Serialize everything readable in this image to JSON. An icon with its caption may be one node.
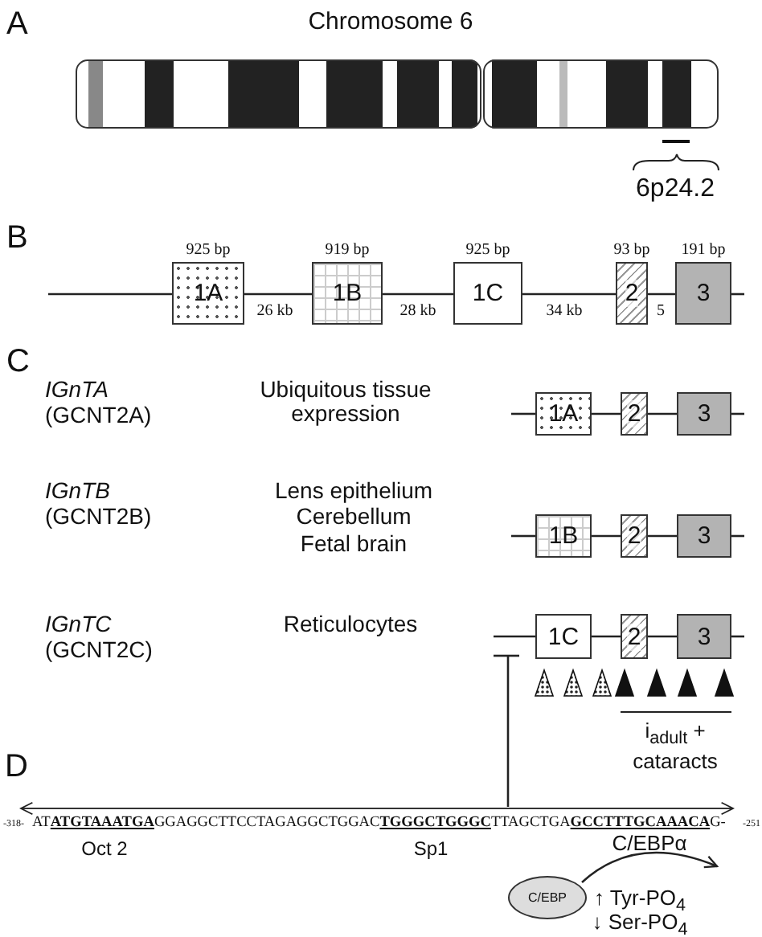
{
  "diagram": {
    "nodes": [
      {
        "text": [
          "1A"
        ],
        "beside": [
          "925 bp"
        ]
      },
      {
        "text": [
          "1B"
        ],
        "beside": [
          "919 bp"
        ]
      },
      {
        "text": [
          "1C"
        ],
        "beside": [
          "925 bp"
        ]
      },
      {
        "text": [
          "2"
        ],
        "beside": [
          "93 bp"
        ]
      },
      {
        "text": [
          "3"
        ],
        "beside": [
          "191 bp"
        ]
      },
      {
        "text": [
          "1A"
        ]
      },
      {
        "text": [
          "2"
        ]
      },
      {
        "text": [
          "3"
        ]
      },
      {
        "text": [
          "1B"
        ]
      },
      {
        "text": [
          "2"
        ]
      },
      {
        "text": [
          "3"
        ]
      },
      {
        "text": [
          "1C"
        ]
      },
      {
        "text": [
          "2"
        ]
      },
      {
        "text": [
          "3"
        ]
      },
      {
        "text": [
          "C/EBP"
        ]
      }
    ],
    "edges": [
      {
        "from": null,
        "to": 0,
        "arrow": "none"
      },
      {
        "from": 0,
        "to": 1,
        "arrow": "none",
        "label": "26 kb"
      },
      {
        "from": 1,
        "to": 2,
        "arrow": "none",
        "label": "28 kb"
      },
      {
        "from": 2,
        "to": 3,
        "arrow": "none",
        "label": "34 kb"
      },
      {
        "from": 3,
        "to": 4,
        "arrow": "none",
        "label": "5"
      },
      {
        "from": 4,
        "to": null,
        "arrow": "none"
      },
      {
        "from": null,
        "to": 5,
        "arrow": "none"
      },
      {
        "from": 5,
        "to": 6,
        "arrow": "none"
      },
      {
        "from": 6,
        "to": 7,
        "arrow": "none"
      },
      {
        "from": 7,
        "to": null,
        "arrow": "none"
      },
      {
        "from": null,
        "to": 8,
        "arrow": "none"
      },
      {
        "from": 8,
        "to": 9,
        "arrow": "none"
      },
      {
        "from": 9,
        "to": 10,
        "arrow": "none"
      },
      {
        "from": 10,
        "to": null,
        "arrow": "none"
      },
      {
        "from": null,
        "to": 11,
        "arrow": "none"
      },
      {
        "from": 11,
        "to": 12,
        "arrow": "none"
      },
      {
        "from": 12,
        "to": 13,
        "arrow": "none"
      },
      {
        "from": 13,
        "to": null,
        "arrow": "none"
      },
      {
        "from": 14,
        "to": null,
        "arrow": "to"
      }
    ],
    "labels": [
      "A",
      "Chromosome 6",
      "6p24.2",
      "B",
      "C",
      "IGnTA",
      "(GCNT2A)",
      "Ubiquitous tissue expression",
      "IGnTB",
      "(GCNT2B)",
      "Lens epithelium",
      "Cerebellum",
      "Fetal brain",
      "IGnTC",
      "(GCNT2C)",
      "Reticulocytes",
      "i$_{adult}$ + cataracts",
      "D",
      "-318-",
      "AT**ATGTAAATGA**GGAGGCTTCCTAGAGGCTGGAC**TGGGCTGGGC**TTAGCTGA**GCCTTTGCAAACA**G-",
      "-251",
      "Oct 2",
      "Sp1",
      "C/EBPα",
      "↑ Tyr-PO$_{4}$",
      "↓ Ser-PO$_{4}$"
    ]
  }
}
